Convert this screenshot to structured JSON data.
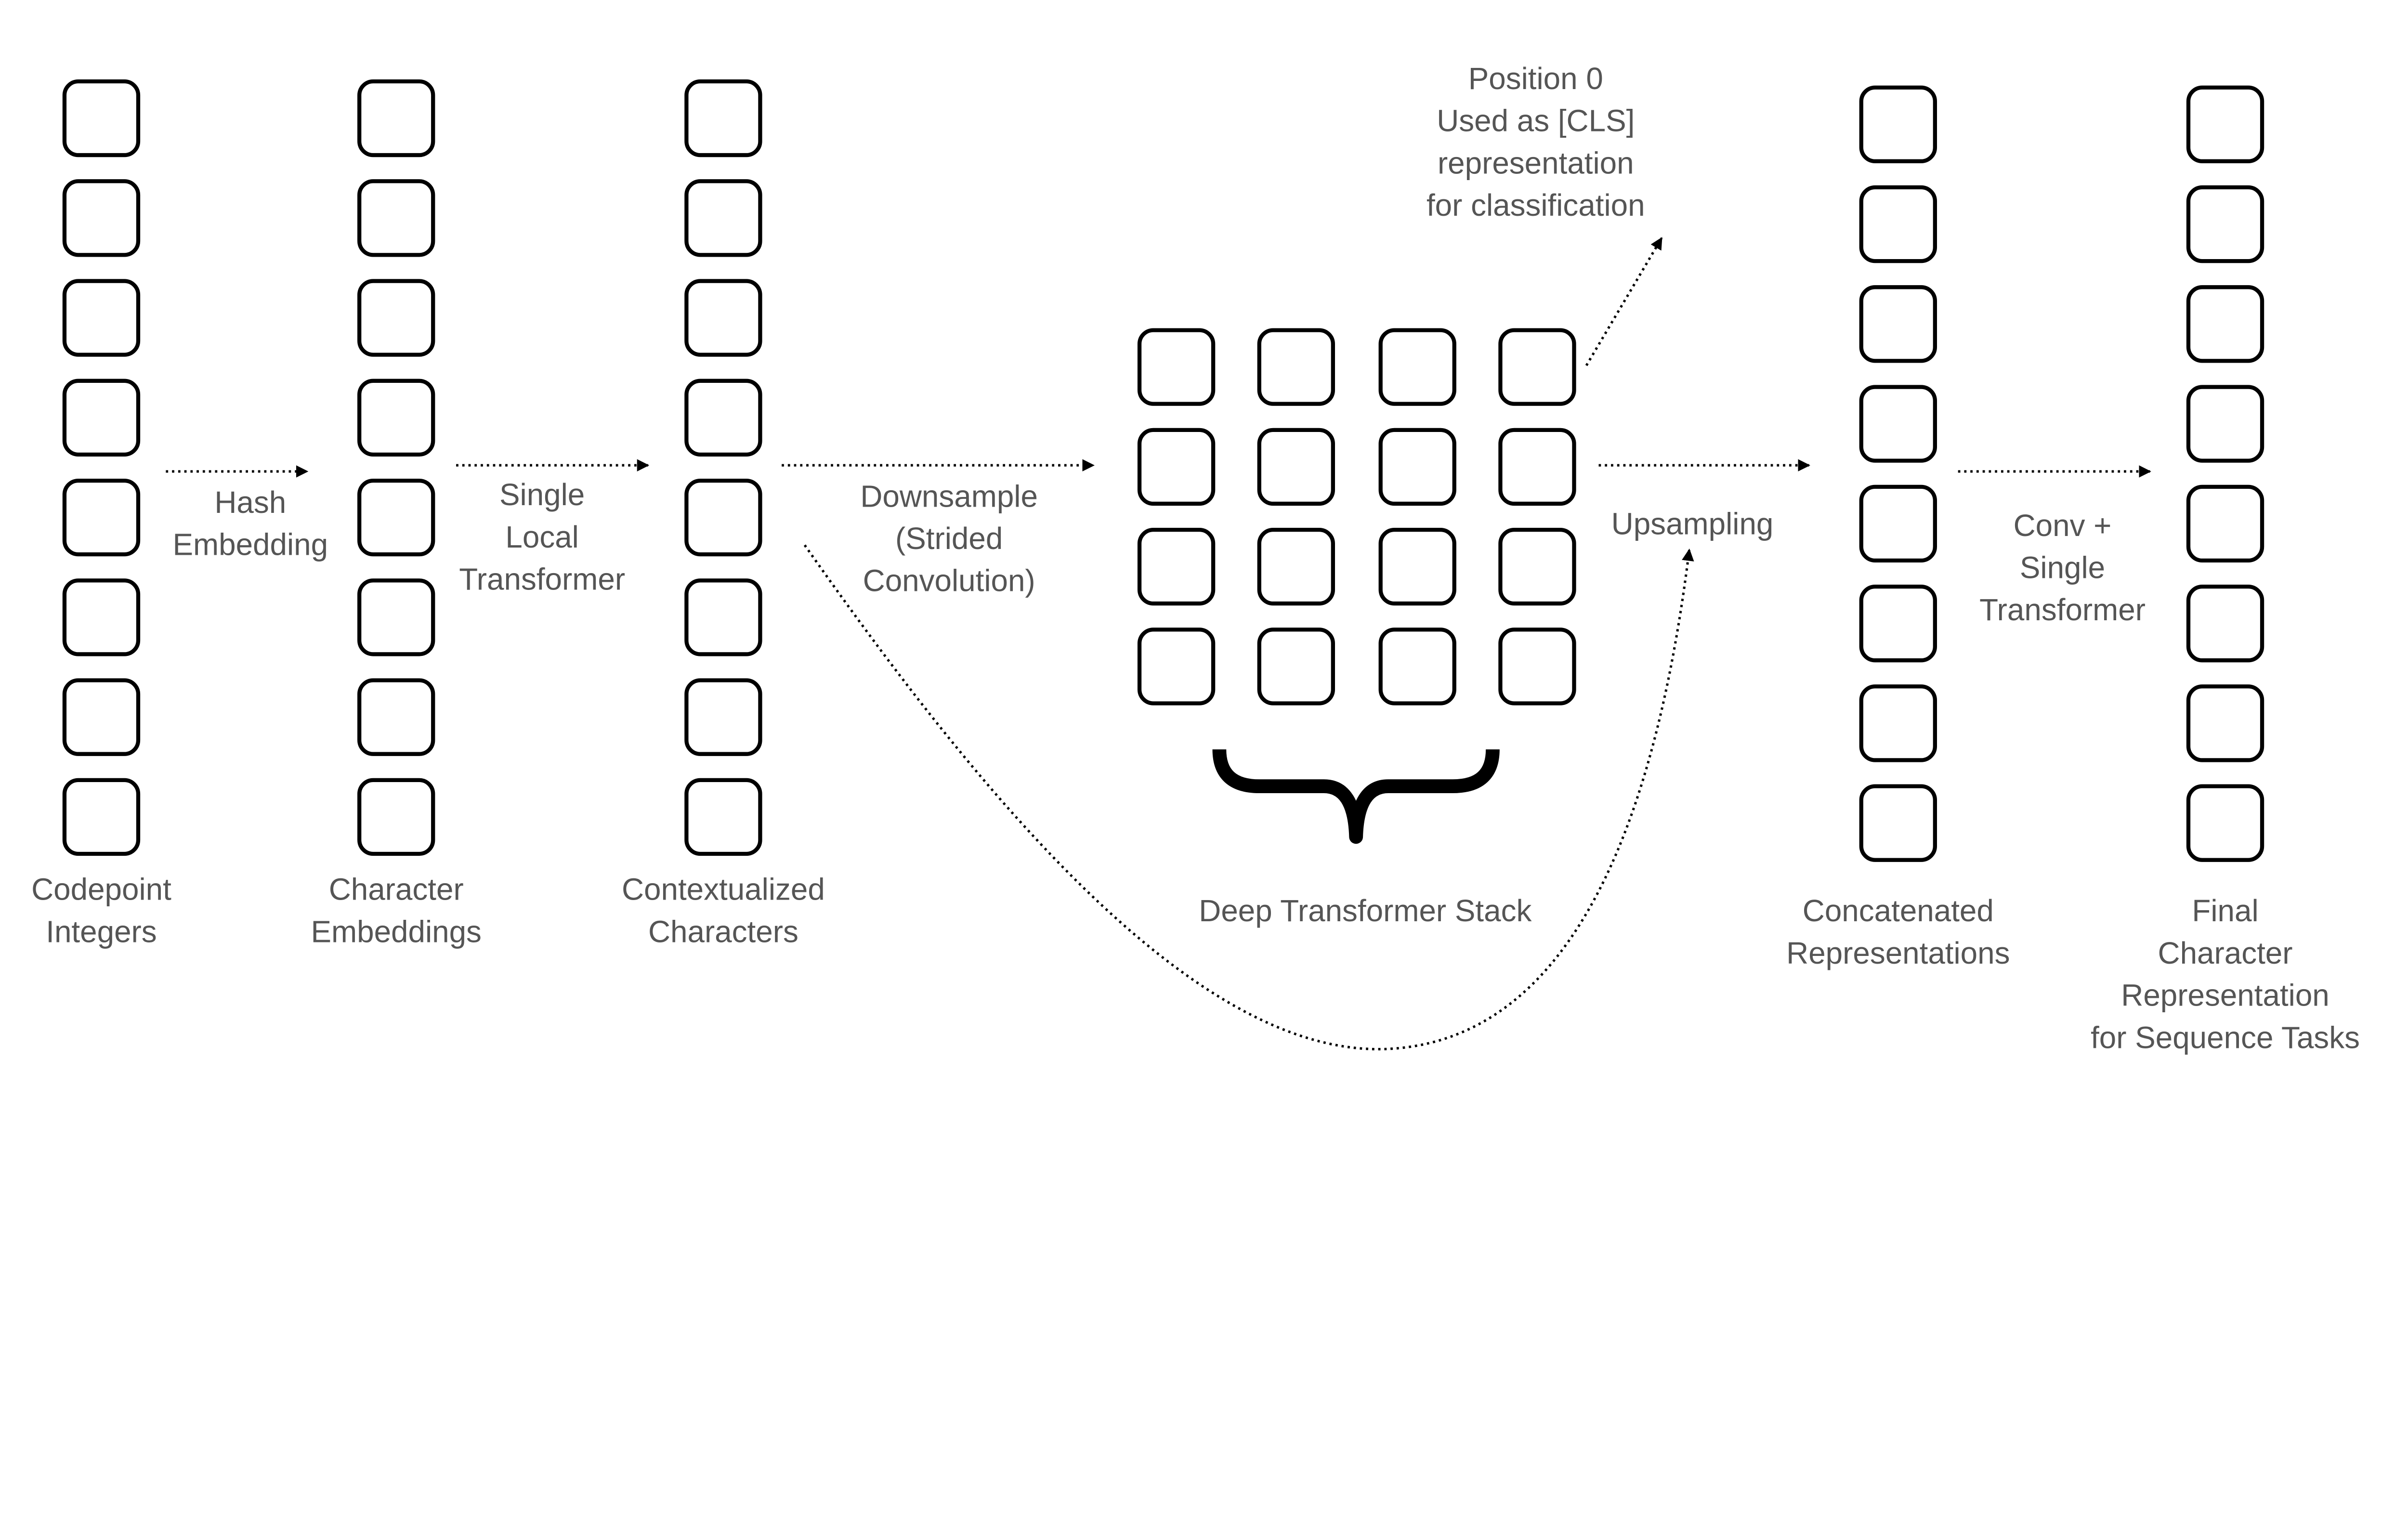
{
  "labels": {
    "hash_embedding": [
      "Hash",
      "Embedding"
    ],
    "single_local_transformer": [
      "Single",
      "Local",
      "Transformer"
    ],
    "downsample": [
      "Downsample",
      "(Strided",
      "Convolution)"
    ],
    "upsampling": [
      "Upsampling"
    ],
    "conv_single_transformer": [
      "Conv +",
      "Single",
      "Transformer"
    ],
    "cls_note": [
      "Position 0",
      "Used as [CLS]",
      "representation",
      "for classification"
    ],
    "codepoint_integers": [
      "Codepoint",
      "Integers"
    ],
    "character_embeddings": [
      "Character",
      "Embeddings"
    ],
    "contextualized_characters": [
      "Contextualized",
      "Characters"
    ],
    "deep_transformer_stack": [
      "Deep Transformer Stack"
    ],
    "concatenated_representations": [
      "Concatenated",
      "Representations"
    ],
    "final_representation": [
      "Final",
      "Character",
      "Representation",
      "for Sequence Tasks"
    ]
  },
  "colors": {
    "text": "#555555",
    "stroke": "#000000"
  }
}
